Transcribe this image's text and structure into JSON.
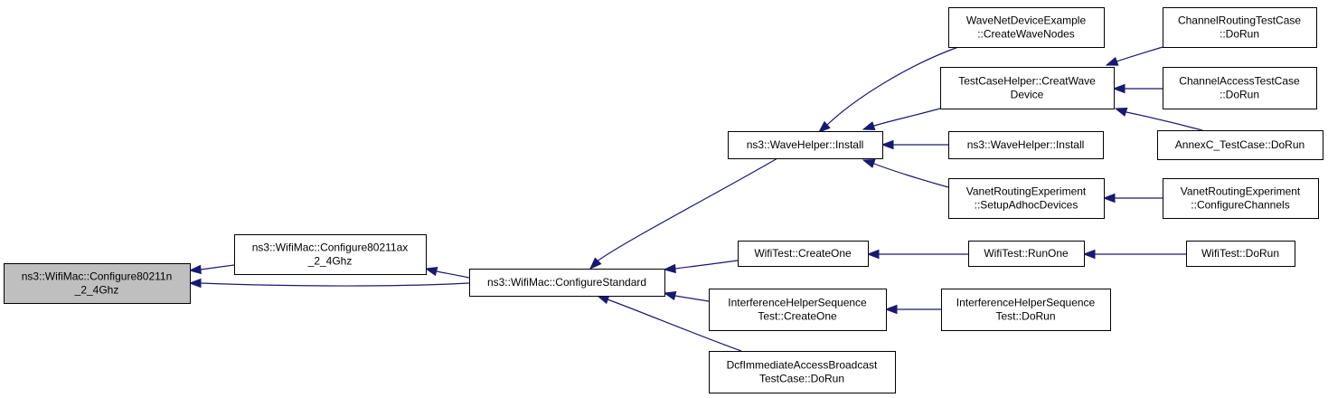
{
  "diagram": {
    "colors": {
      "edge": "#191970",
      "node_fill": "#ffffff",
      "root_fill": "#bfbfbf",
      "border": "#000000"
    },
    "nodes": [
      {
        "id": "configure80211n",
        "lines": [
          "ns3::WifiMac::Configure80211n",
          "_2_4Ghz"
        ],
        "highlight": true
      },
      {
        "id": "configure80211ax",
        "lines": [
          "ns3::WifiMac::Configure80211ax",
          "_2_4Ghz"
        ]
      },
      {
        "id": "configureStandard",
        "lines": [
          "ns3::WifiMac::ConfigureStandard"
        ]
      },
      {
        "id": "waveInstall1",
        "lines": [
          "ns3::WaveHelper::Install"
        ]
      },
      {
        "id": "wifiTestCreateOne",
        "lines": [
          "WifiTest::CreateOne"
        ]
      },
      {
        "id": "interferenceCreateOne",
        "lines": [
          "InterferenceHelperSequence",
          "Test::CreateOne"
        ]
      },
      {
        "id": "dcfDoRun",
        "lines": [
          "DcfImmediateAccessBroadcast",
          "TestCase::DoRun"
        ]
      },
      {
        "id": "waveNetCreateNodes",
        "lines": [
          "WaveNetDeviceExample",
          "::CreateWaveNodes"
        ]
      },
      {
        "id": "testCaseHelperCreat",
        "lines": [
          "TestCaseHelper::CreatWave",
          "Device"
        ]
      },
      {
        "id": "waveInstall2",
        "lines": [
          "ns3::WaveHelper::Install"
        ]
      },
      {
        "id": "vanetSetup",
        "lines": [
          "VanetRoutingExperiment",
          "::SetupAdhocDevices"
        ]
      },
      {
        "id": "wifiTestRunOne",
        "lines": [
          "WifiTest::RunOne"
        ]
      },
      {
        "id": "interferenceDoRun",
        "lines": [
          "InterferenceHelperSequence",
          "Test::DoRun"
        ]
      },
      {
        "id": "channelRoutingDoRun",
        "lines": [
          "ChannelRoutingTestCase",
          "::DoRun"
        ]
      },
      {
        "id": "channelAccessDoRun",
        "lines": [
          "ChannelAccessTestCase",
          "::DoRun"
        ]
      },
      {
        "id": "annexCDoRun",
        "lines": [
          "AnnexC_TestCase::DoRun"
        ]
      },
      {
        "id": "vanetConfigure",
        "lines": [
          "VanetRoutingExperiment",
          "::ConfigureChannels"
        ]
      },
      {
        "id": "wifiTestDoRun",
        "lines": [
          "WifiTest::DoRun"
        ]
      }
    ],
    "edges": [
      {
        "from": "configure80211ax",
        "to": "configure80211n"
      },
      {
        "from": "configureStandard",
        "to": "configure80211n"
      },
      {
        "from": "configureStandard",
        "to": "configure80211ax"
      },
      {
        "from": "waveInstall1",
        "to": "configureStandard"
      },
      {
        "from": "wifiTestCreateOne",
        "to": "configureStandard"
      },
      {
        "from": "interferenceCreateOne",
        "to": "configureStandard"
      },
      {
        "from": "dcfDoRun",
        "to": "configureStandard"
      },
      {
        "from": "waveNetCreateNodes",
        "to": "waveInstall1"
      },
      {
        "from": "testCaseHelperCreat",
        "to": "waveInstall1"
      },
      {
        "from": "waveInstall2",
        "to": "waveInstall1"
      },
      {
        "from": "vanetSetup",
        "to": "waveInstall1"
      },
      {
        "from": "channelRoutingDoRun",
        "to": "testCaseHelperCreat"
      },
      {
        "from": "channelAccessDoRun",
        "to": "testCaseHelperCreat"
      },
      {
        "from": "annexCDoRun",
        "to": "testCaseHelperCreat"
      },
      {
        "from": "vanetConfigure",
        "to": "vanetSetup"
      },
      {
        "from": "wifiTestRunOne",
        "to": "wifiTestCreateOne"
      },
      {
        "from": "wifiTestDoRun",
        "to": "wifiTestRunOne"
      },
      {
        "from": "interferenceDoRun",
        "to": "interferenceCreateOne"
      }
    ]
  }
}
